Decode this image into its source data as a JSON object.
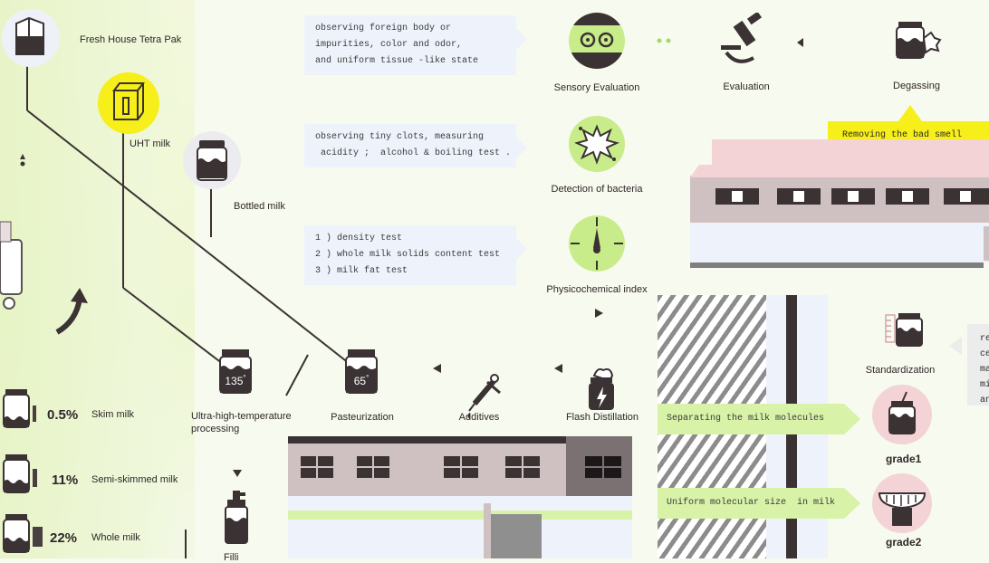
{
  "products": {
    "tetra_pak": "Fresh House Tetra Pak",
    "uht": "UHT milk",
    "bottled": "Bottled milk"
  },
  "notes": {
    "sensory": "observing foreign body or\nimpurities, color and odor,\nand uniform tissue -like state",
    "bacteria": "observing tiny clots, measuring\n acidity ;  alcohol & boiling test .",
    "physico": "1 ) density test\n2 ) whole milk solids content test\n3 ) milk fat test",
    "degassing": "Removing the bad smell\nLeaving a purified flavor.",
    "standardization_partial": "re\nce\nma\nmi\nan\nso"
  },
  "steps": {
    "sensory": "Sensory Evaluation",
    "evaluation": "Evaluation",
    "degassing": "Degassing",
    "bacteria": "Detection of bacteria",
    "physico": "Physicochemical index",
    "uht_processing": "Ultra-high-temperature\nprocessing",
    "pasteurization": "Pasteurization",
    "additives": "Additives",
    "flash": "Flash Distillation",
    "standardization": "Standardization",
    "filling_partial": "Filli"
  },
  "temps": {
    "uht": "135",
    "past": "65"
  },
  "separation": {
    "separating": "Separating the milk molecules",
    "uniform": "Uniform molecular size  in milk",
    "grade1": "grade1",
    "grade2": "grade2"
  },
  "fat": [
    {
      "pct": "0.5%",
      "label": "Skim milk",
      "level": 0.05
    },
    {
      "pct": "11%",
      "label": "Semi-skimmed milk",
      "level": 0.5
    },
    {
      "pct": "22%",
      "label": "Whole milk",
      "level": 1.0
    }
  ],
  "colors": {
    "accent_yellow": "#f6ef1a",
    "accent_green": "#c8ec8a",
    "dark": "#3b3233",
    "pink": "#f3d3d6"
  }
}
